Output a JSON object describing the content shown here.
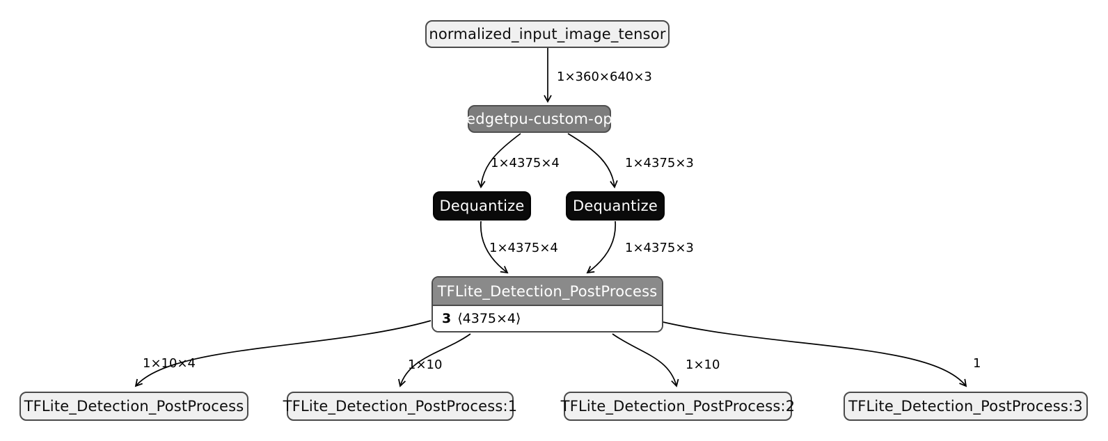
{
  "diagram": {
    "type": "model-graph",
    "nodes": {
      "input_tensor": {
        "label": "normalized_input_image_tensor"
      },
      "edgetpu_op": {
        "label": "edgetpu-custom-op"
      },
      "dequantize_left": {
        "label": "Dequantize"
      },
      "dequantize_right": {
        "label": "Dequantize"
      },
      "postprocess": {
        "title": "TFLite_Detection_PostProcess",
        "attribute_index": "3",
        "attribute_shape": "⟨4375×4⟩"
      },
      "output_0": {
        "label": "TFLite_Detection_PostProcess"
      },
      "output_1": {
        "label": "TFLite_Detection_PostProcess:1"
      },
      "output_2": {
        "label": "TFLite_Detection_PostProcess:2"
      },
      "output_3": {
        "label": "TFLite_Detection_PostProcess:3"
      }
    },
    "edge_labels": {
      "input_to_edgetpu": "1×360×640×3",
      "edgetpu_to_dequantize_left": "1×4375×4",
      "edgetpu_to_dequantize_right": "1×4375×3",
      "dequantize_left_to_postprocess": "1×4375×4",
      "dequantize_right_to_postprocess": "1×4375×3",
      "postprocess_to_output_0": "1×10×4",
      "postprocess_to_output_1": "1×10",
      "postprocess_to_output_2": "1×10",
      "postprocess_to_output_3": "1"
    },
    "colors": {
      "background": "#ffffff",
      "io_node_fill": "#f0f0f0",
      "io_node_border": "#4a4a4a",
      "op_node_fill": "#7d7d7d",
      "postprocess_header_fill": "#8a8a8a",
      "dequantize_fill": "#0a0a0a",
      "edge_stroke": "#000000",
      "text_light": "#ffffff",
      "text_dark": "#000000"
    }
  }
}
